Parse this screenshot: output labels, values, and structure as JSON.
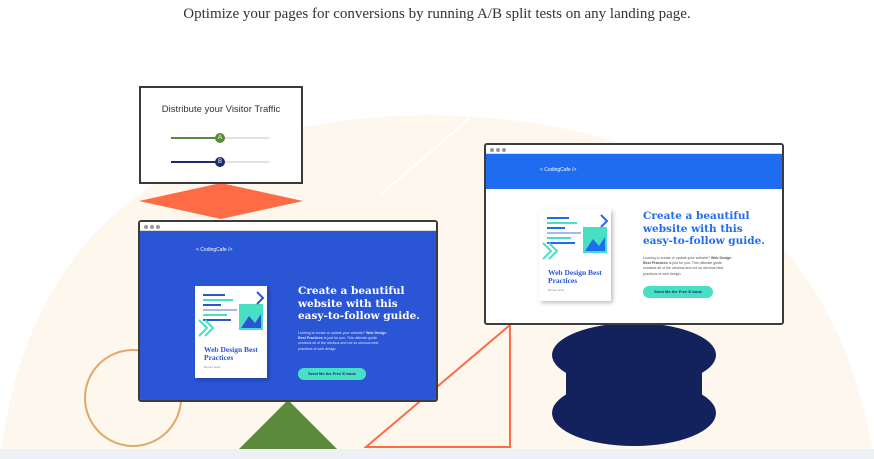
{
  "headline": "Optimize your pages for conversions by running A/B split tests on any landing page.",
  "traffic": {
    "title": "Distribute your Visitor Traffic",
    "sliders": [
      {
        "label": "A",
        "color": "#5a8a3a",
        "value": 0.5
      },
      {
        "label": "B",
        "color": "#1a2b6d",
        "value": 0.5
      }
    ]
  },
  "variant_a": {
    "logo": "< CodingCafe />",
    "book_title": "Web Design Best Practices",
    "book_sub": "Rerum Iusto",
    "headline": "Create a beautiful website with this easy-to-follow guide.",
    "body_pre": "Looking to create or update your website? ",
    "body_bold": "Web Design Best Practices",
    "body_post": " is just for you. This ultimate guide contains all of the obvious and not so obvious best practices of web design.",
    "cta": "Send Me the Free E-book",
    "bg_color": "#2a56d6"
  },
  "variant_b": {
    "logo": "< CodingCafe />",
    "book_title": "Web Design Best Practices",
    "book_sub": "Rerum Iusto",
    "headline": "Create a beautiful website with this easy-to-follow guide.",
    "body_pre": "Looking to create or update your website? ",
    "body_bold": "Web Design Best Practices",
    "body_post": " is just for you. This ultimate guide contains all of the obvious and not so obvious best practices of web design.",
    "cta": "Send Me the Free E-book",
    "band_color": "#1f6cf0"
  },
  "colors": {
    "arc_bg": "#fdf7ee",
    "diamond": "#ff6b45",
    "triangle": "#5a8a3a",
    "circle_ring": "#e0a867",
    "navy_shape": "#13215c",
    "connector": "#ff6b45"
  }
}
